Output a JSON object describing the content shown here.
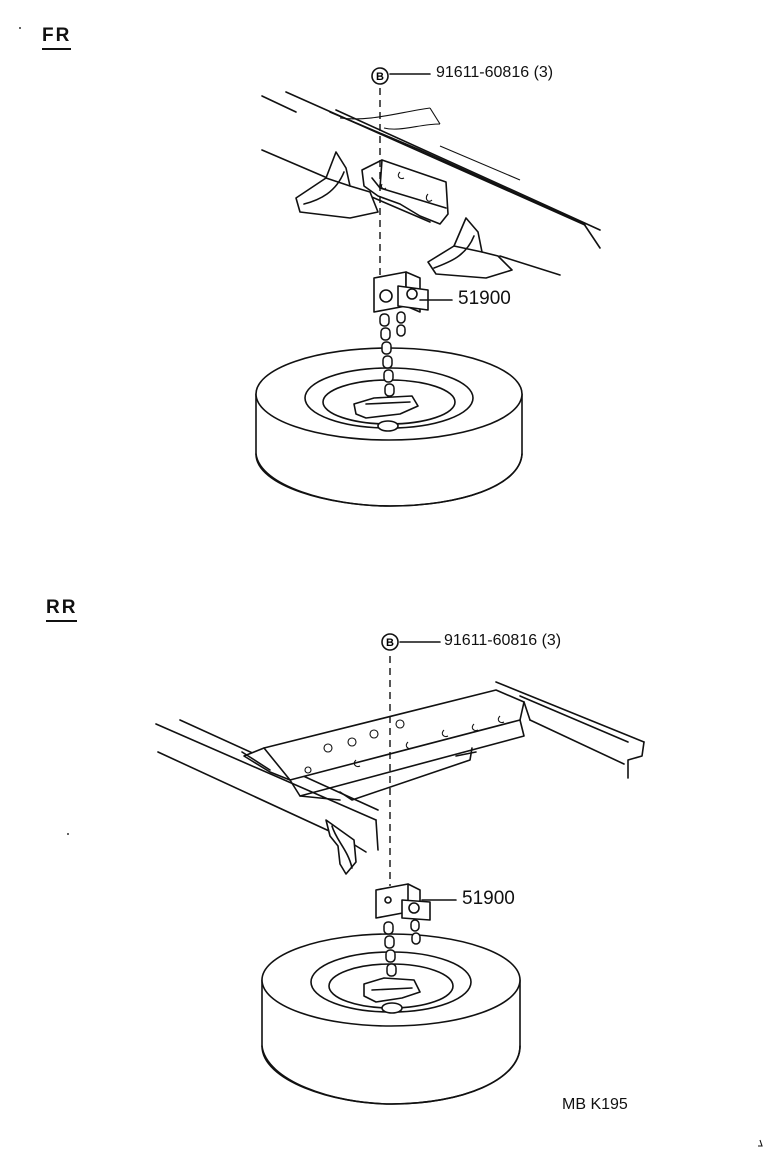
{
  "sections": {
    "front": {
      "label": "FR",
      "bolt": {
        "symbol": "B",
        "part_number": "91611-60816 (3)"
      },
      "part": {
        "number": "51900"
      }
    },
    "rear": {
      "label": "RR",
      "bolt": {
        "symbol": "B",
        "part_number": "91611-60816 (3)"
      },
      "part": {
        "number": "51900"
      }
    }
  },
  "footer": {
    "code": "MB  K195"
  }
}
